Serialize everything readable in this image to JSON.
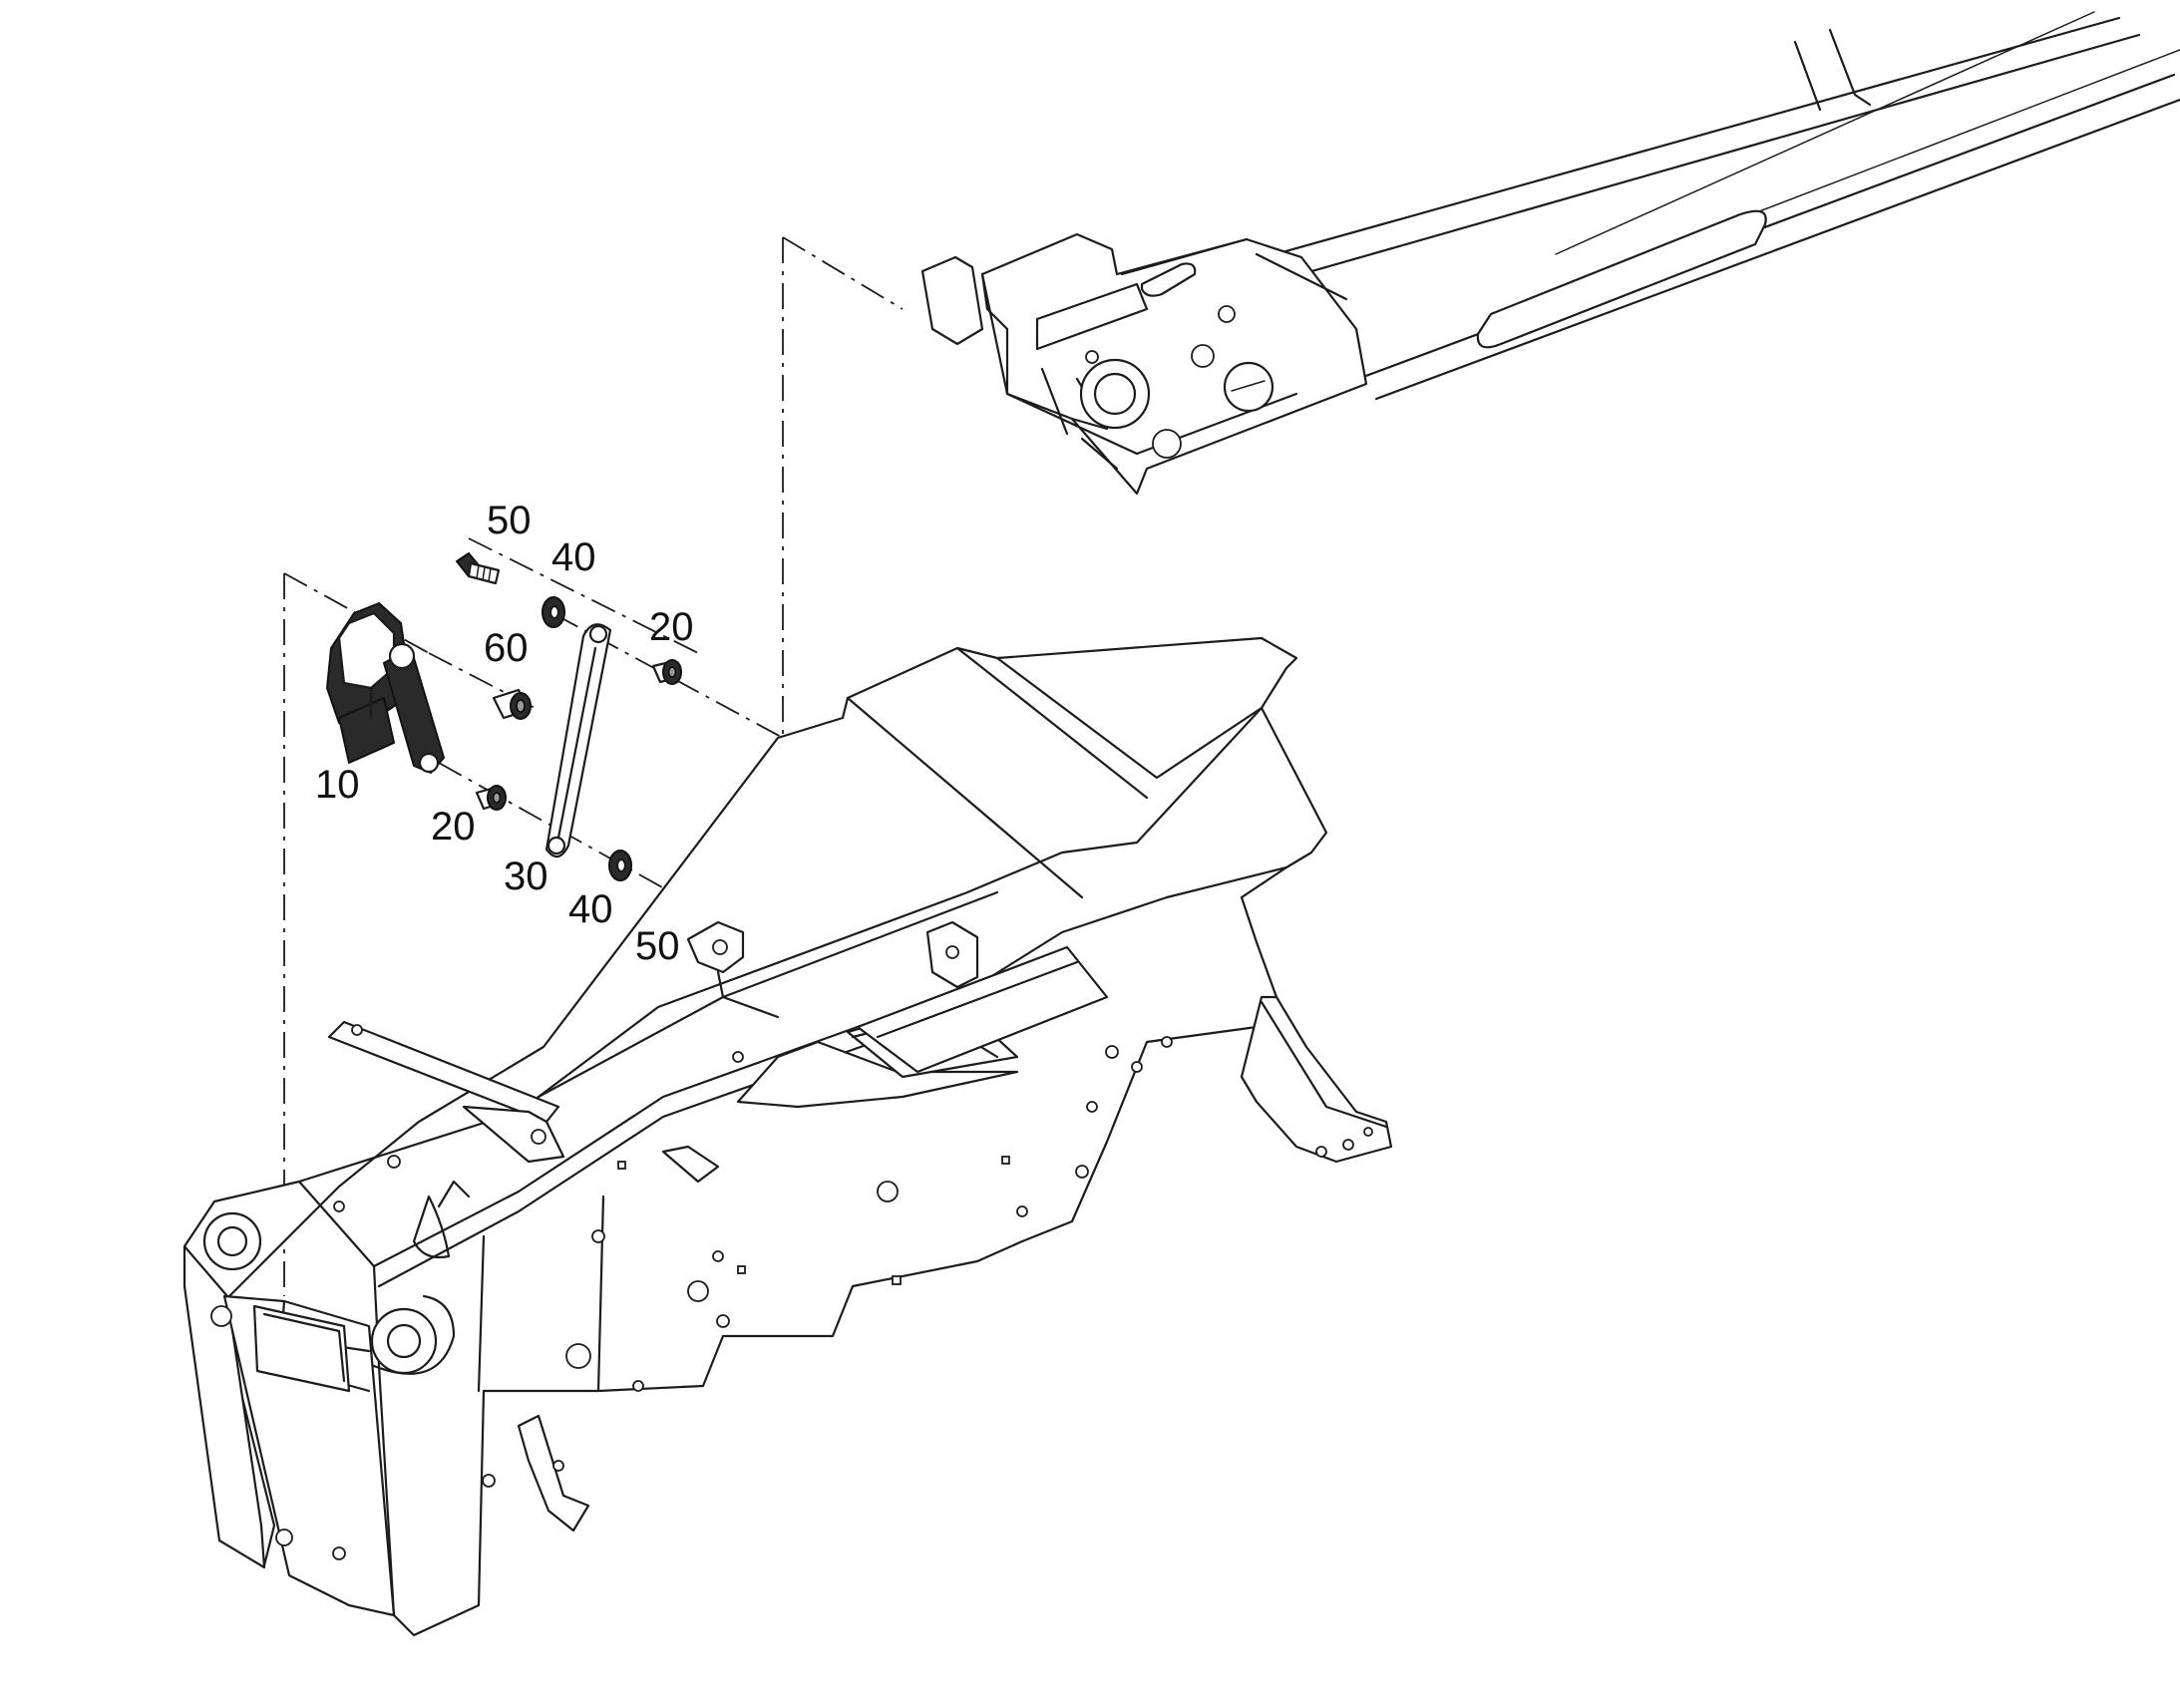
{
  "callouts": {
    "c50_top": "50",
    "c40_top": "40",
    "c20_right": "20",
    "c60": "60",
    "c10": "10",
    "c20_left": "20",
    "c30": "30",
    "c40_bottom": "40",
    "c50_bottom": "50"
  }
}
